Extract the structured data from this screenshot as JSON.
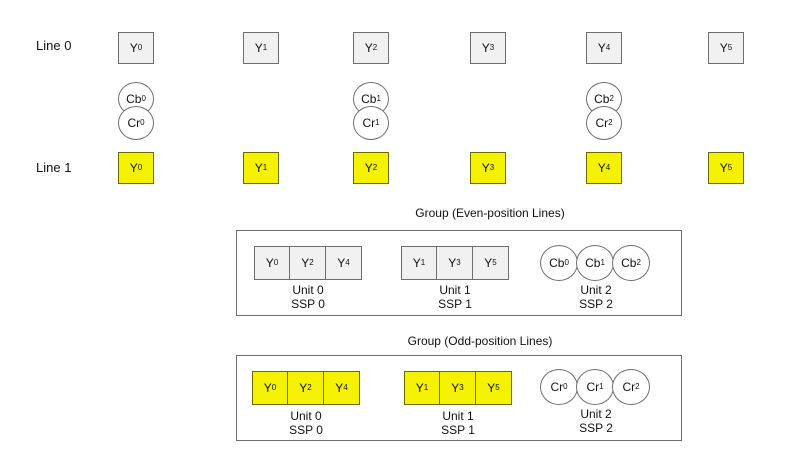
{
  "lines": [
    {
      "label": "Line 0"
    },
    {
      "label": "Line 1"
    }
  ],
  "y_boxes": [
    {
      "letter": "Y",
      "sub": "0"
    },
    {
      "letter": "Y",
      "sub": "1"
    },
    {
      "letter": "Y",
      "sub": "2"
    },
    {
      "letter": "Y",
      "sub": "3"
    },
    {
      "letter": "Y",
      "sub": "4"
    },
    {
      "letter": "Y",
      "sub": "5"
    }
  ],
  "chroma_pairs": [
    {
      "cb": {
        "letter": "Cb",
        "sub": "0"
      },
      "cr": {
        "letter": "Cr",
        "sub": "0"
      }
    },
    {
      "cb": {
        "letter": "Cb",
        "sub": "1"
      },
      "cr": {
        "letter": "Cr",
        "sub": "1"
      }
    },
    {
      "cb": {
        "letter": "Cb",
        "sub": "2"
      },
      "cr": {
        "letter": "Cr",
        "sub": "2"
      }
    }
  ],
  "groups": [
    {
      "title": "Group (Even-position Lines)",
      "unit0": {
        "boxes": [
          {
            "letter": "Y",
            "sub": "0"
          },
          {
            "letter": "Y",
            "sub": "2"
          },
          {
            "letter": "Y",
            "sub": "4"
          }
        ],
        "name": "Unit 0",
        "ssp": "SSP 0"
      },
      "unit1": {
        "boxes": [
          {
            "letter": "Y",
            "sub": "1"
          },
          {
            "letter": "Y",
            "sub": "3"
          },
          {
            "letter": "Y",
            "sub": "5"
          }
        ],
        "name": "Unit 1",
        "ssp": "SSP 1"
      },
      "unit2": {
        "circles": [
          {
            "letter": "Cb",
            "sub": "0"
          },
          {
            "letter": "Cb",
            "sub": "1"
          },
          {
            "letter": "Cb",
            "sub": "2"
          }
        ],
        "name": "Unit 2",
        "ssp": "SSP 2"
      }
    },
    {
      "title": "Group (Odd-position Lines)",
      "unit0": {
        "boxes": [
          {
            "letter": "Y",
            "sub": "0"
          },
          {
            "letter": "Y",
            "sub": "2"
          },
          {
            "letter": "Y",
            "sub": "4"
          }
        ],
        "name": "Unit 0",
        "ssp": "SSP 0"
      },
      "unit1": {
        "boxes": [
          {
            "letter": "Y",
            "sub": "1"
          },
          {
            "letter": "Y",
            "sub": "3"
          },
          {
            "letter": "Y",
            "sub": "5"
          }
        ],
        "name": "Unit 1",
        "ssp": "SSP 1"
      },
      "unit2": {
        "circles": [
          {
            "letter": "Cr",
            "sub": "0"
          },
          {
            "letter": "Cr",
            "sub": "1"
          },
          {
            "letter": "Cr",
            "sub": "2"
          }
        ],
        "name": "Unit 2",
        "ssp": "SSP 2"
      }
    }
  ],
  "colors": {
    "luma_gray": "#f1f1f1",
    "luma_yellow": "#f5f200",
    "outline": "#6e6e6e"
  }
}
